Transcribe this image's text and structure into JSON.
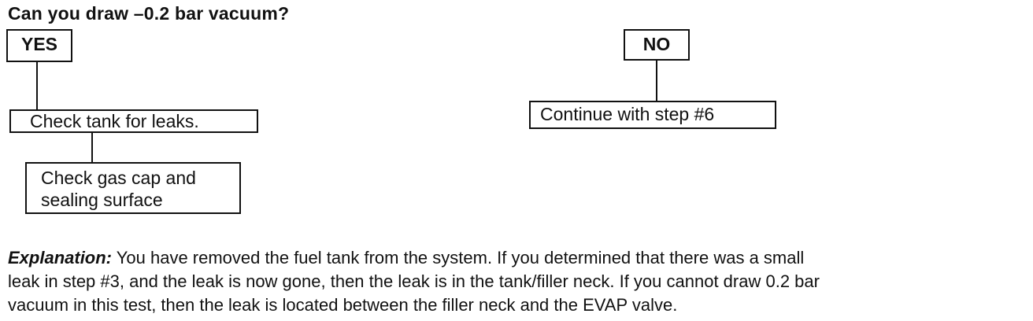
{
  "question": "Can you draw –0.2 bar vacuum?",
  "yes_branch": {
    "label": "YES",
    "steps": [
      "Check tank for leaks.",
      "Check gas cap and sealing surface"
    ]
  },
  "no_branch": {
    "label": "NO",
    "steps": [
      "Continue with step #6"
    ]
  },
  "explanation": {
    "lead": "Explanation:",
    "lines": [
      "You have removed the fuel tank from the system.  If you determined that there was a small",
      "leak in step #3, and the leak is now gone, then the leak is in the tank/filler neck.  If you cannot draw 0.2 bar",
      "vacuum in this test, then the leak is located between the filler neck and the EVAP valve."
    ]
  }
}
